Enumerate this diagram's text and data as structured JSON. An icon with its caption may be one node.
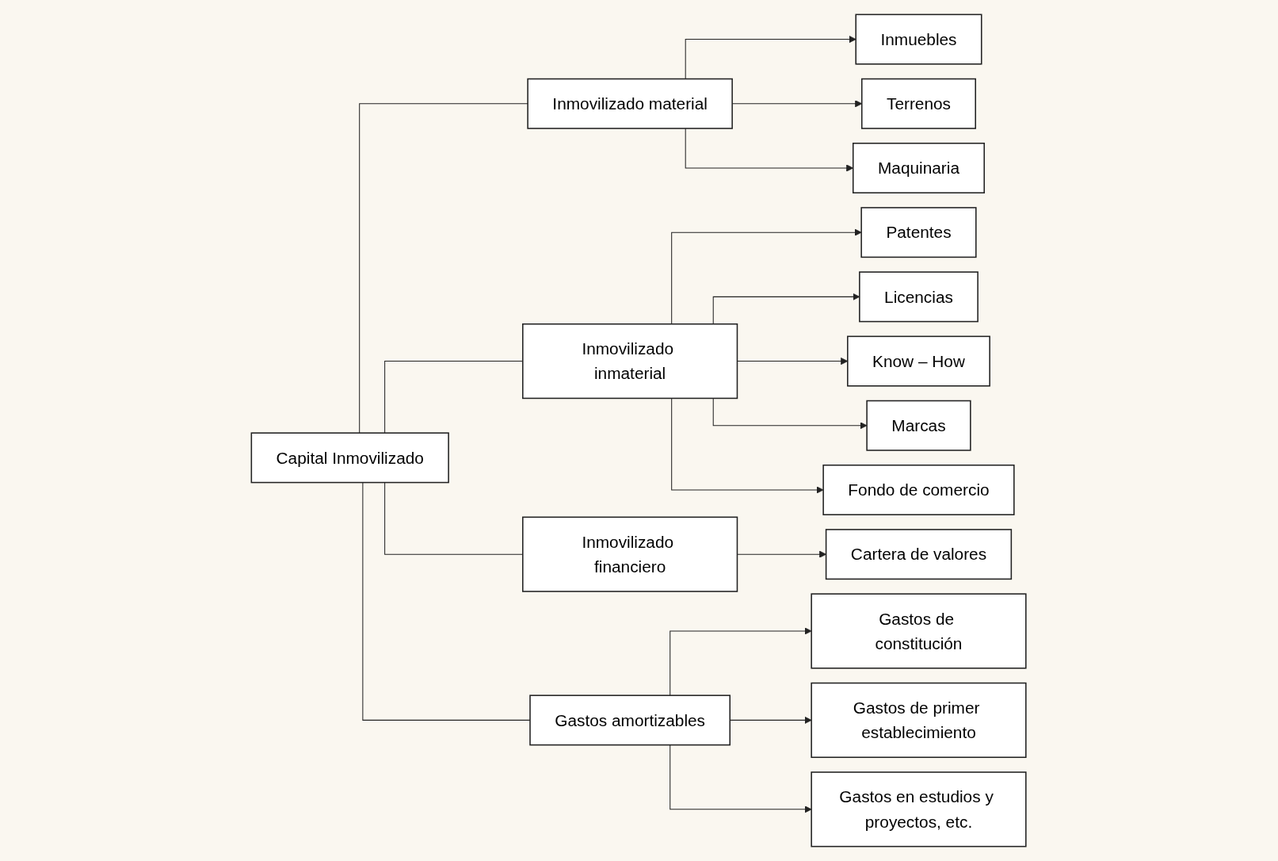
{
  "diagram": {
    "nodes": [
      {
        "text": [
          "Capital Inmovilizado"
        ]
      },
      {
        "text": [
          "Inmovilizado material"
        ]
      },
      {
        "text": [
          "Inmuebles"
        ]
      },
      {
        "text": [
          "Terrenos"
        ]
      },
      {
        "text": [
          "Maquinaria"
        ]
      },
      {
        "text": [
          "Inmovilizado inmaterial"
        ]
      },
      {
        "text": [
          "Patentes"
        ]
      },
      {
        "text": [
          "Licencias"
        ]
      },
      {
        "text": [
          "Know – How"
        ]
      },
      {
        "text": [
          "Marcas"
        ]
      },
      {
        "text": [
          "Fondo de comercio"
        ]
      },
      {
        "text": [
          "Inmovilizado financiero"
        ]
      },
      {
        "text": [
          "Cartera de valores"
        ]
      },
      {
        "text": [
          "Gastos amortizables"
        ]
      },
      {
        "text": [
          "Gastos de constitución"
        ]
      },
      {
        "text": [
          "Gastos de primer establecimiento"
        ]
      },
      {
        "text": [
          "Gastos en estudios y proyectos, etc."
        ]
      }
    ],
    "edges": [
      {
        "from": 0,
        "to": 1,
        "arrow": "none"
      },
      {
        "from": 0,
        "to": 5,
        "arrow": "none"
      },
      {
        "from": 0,
        "to": 11,
        "arrow": "none"
      },
      {
        "from": 0,
        "to": 13,
        "arrow": "none"
      },
      {
        "from": 1,
        "to": 2,
        "arrow": "to"
      },
      {
        "from": 1,
        "to": 3,
        "arrow": "to"
      },
      {
        "from": 1,
        "to": 4,
        "arrow": "to"
      },
      {
        "from": 5,
        "to": 6,
        "arrow": "to"
      },
      {
        "from": 5,
        "to": 7,
        "arrow": "to"
      },
      {
        "from": 5,
        "to": 8,
        "arrow": "to"
      },
      {
        "from": 5,
        "to": 9,
        "arrow": "to"
      },
      {
        "from": 5,
        "to": 10,
        "arrow": "to"
      },
      {
        "from": 11,
        "to": 12,
        "arrow": "to"
      },
      {
        "from": 13,
        "to": 14,
        "arrow": "to"
      },
      {
        "from": 13,
        "to": 15,
        "arrow": "to"
      },
      {
        "from": 13,
        "to": 16,
        "arrow": "to"
      }
    ]
  }
}
